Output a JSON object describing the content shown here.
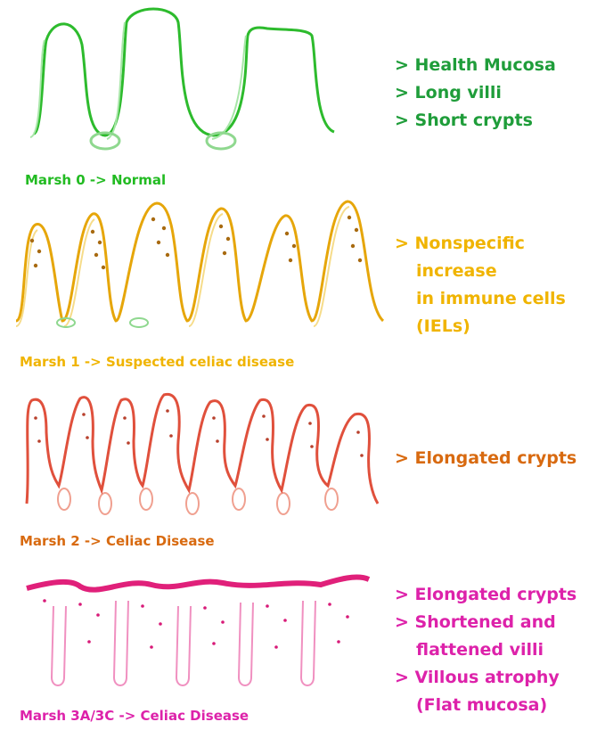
{
  "panels": [
    {
      "caption": "Marsh 0 -> Normal",
      "color": "#22bb22",
      "notes": [
        "> Health Mucosa",
        "> Long villi",
        "> Short crypts"
      ]
    },
    {
      "caption": "Marsh 1 -> Suspected celiac disease",
      "color": "#f0b400",
      "notes": [
        "> Nonspecific",
        "increase",
        "in immune cells",
        "(IELs)"
      ]
    },
    {
      "caption": "Marsh 2 -> Celiac Disease",
      "color": "#d86a10",
      "notes": [
        "> Elongated crypts"
      ]
    },
    {
      "caption": "Marsh 3A/3C -> Celiac Disease",
      "color": "#dd22aa",
      "notes": [
        "> Elongated crypts",
        "> Shortened and",
        "flattened villi",
        "> Villous atrophy",
        "(Flat mucosa)"
      ]
    }
  ]
}
